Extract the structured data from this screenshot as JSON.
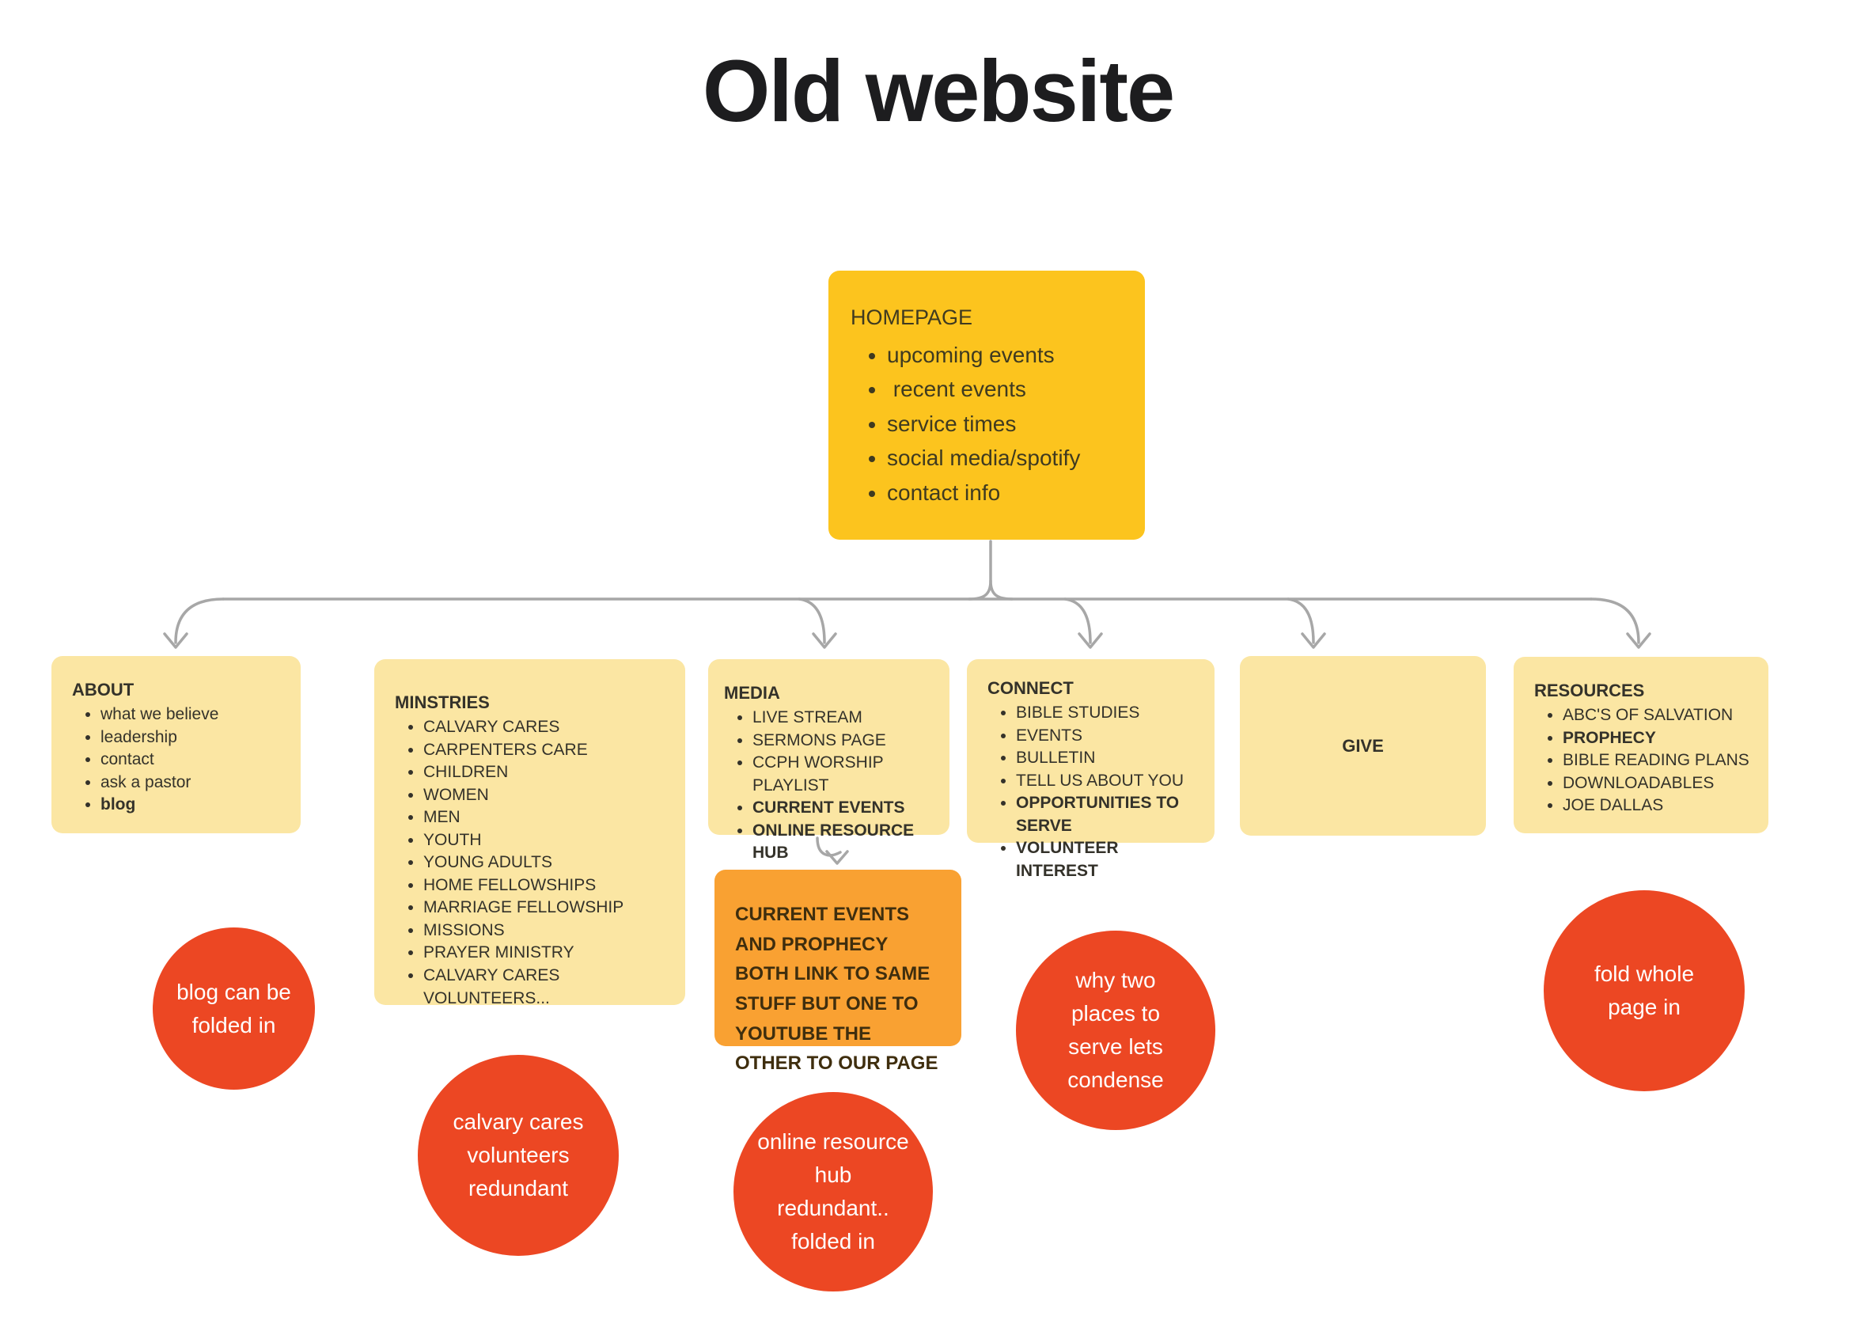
{
  "page_title": "Old website",
  "homepage": {
    "title": "HOMEPAGE",
    "items": [
      {
        "text": "upcoming events",
        "bold": false
      },
      {
        "text": " recent events",
        "bold": false
      },
      {
        "text": "service times",
        "bold": false
      },
      {
        "text": "social media/spotify",
        "bold": false
      },
      {
        "text": "contact info",
        "bold": false
      }
    ]
  },
  "sections": {
    "about": {
      "title": "ABOUT",
      "items": [
        {
          "text": "what we believe",
          "bold": false
        },
        {
          "text": "leadership",
          "bold": false
        },
        {
          "text": "contact",
          "bold": false
        },
        {
          "text": "ask a pastor",
          "bold": false
        },
        {
          "text": "blog",
          "bold": true
        }
      ]
    },
    "minstries": {
      "title": "MINSTRIES",
      "items": [
        {
          "text": "CALVARY CARES",
          "bold": false
        },
        {
          "text": "CARPENTERS CARE",
          "bold": false
        },
        {
          "text": "CHILDREN",
          "bold": false
        },
        {
          "text": "WOMEN",
          "bold": false
        },
        {
          "text": "MEN",
          "bold": false
        },
        {
          "text": "YOUTH",
          "bold": false
        },
        {
          "text": "YOUNG ADULTS",
          "bold": false
        },
        {
          "text": "HOME FELLOWSHIPS",
          "bold": false
        },
        {
          "text": "MARRIAGE FELLOWSHIP",
          "bold": false
        },
        {
          "text": "MISSIONS",
          "bold": false
        },
        {
          "text": "PRAYER MINISTRY",
          "bold": false
        },
        {
          "text": "CALVARY CARES VOLUNTEERS...",
          "bold": false
        }
      ]
    },
    "media": {
      "title": "MEDIA",
      "items": [
        {
          "text": "LIVE STREAM",
          "bold": false
        },
        {
          "text": "SERMONS PAGE",
          "bold": false
        },
        {
          "text": "CCPH WORSHIP PLAYLIST",
          "bold": false
        },
        {
          "text": "CURRENT EVENTS",
          "bold": true
        },
        {
          "text": "ONLINE RESOURCE HUB",
          "bold": true
        }
      ]
    },
    "connect": {
      "title": "CONNECT",
      "items": [
        {
          "text": "BIBLE STUDIES",
          "bold": false
        },
        {
          "text": "EVENTS",
          "bold": false
        },
        {
          "text": "BULLETIN",
          "bold": false
        },
        {
          "text": "TELL US ABOUT YOU",
          "bold": false
        },
        {
          "text": "OPPORTUNITIES TO SERVE",
          "bold": true
        },
        {
          "text": "VOLUNTEER INTEREST",
          "bold": true
        }
      ]
    },
    "give": {
      "title": "GIVE",
      "items": []
    },
    "resources": {
      "title": "RESOURCES",
      "items": [
        {
          "text": "ABC'S OF SALVATION",
          "bold": false
        },
        {
          "text": "PROPHECY",
          "bold": true
        },
        {
          "text": "BIBLE READING PLANS",
          "bold": false
        },
        {
          "text": "DOWNLOADABLES",
          "bold": false
        },
        {
          "text": "JOE DALLAS",
          "bold": false
        }
      ]
    }
  },
  "note": {
    "text": "CURRENT EVENTS AND PROPHECY BOTH LINK TO SAME STUFF BUT ONE TO YOUTUBE THE OTHER TO OUR PAGE"
  },
  "annotations": {
    "blog": {
      "text": "blog can be folded in"
    },
    "calvary": {
      "text": "calvary cares volunteers redundant"
    },
    "online": {
      "text": "online resource hub redundant.. folded in"
    },
    "why_two": {
      "text": "why two places to serve lets condense"
    },
    "fold": {
      "text": "fold whole page in"
    }
  },
  "colors": {
    "homepage_fill": "#FCC41E",
    "section_fill": "#FBE6A3",
    "note_fill": "#F9A132",
    "annotation_fill": "#EC4723",
    "connector": "#A7A7A7"
  }
}
